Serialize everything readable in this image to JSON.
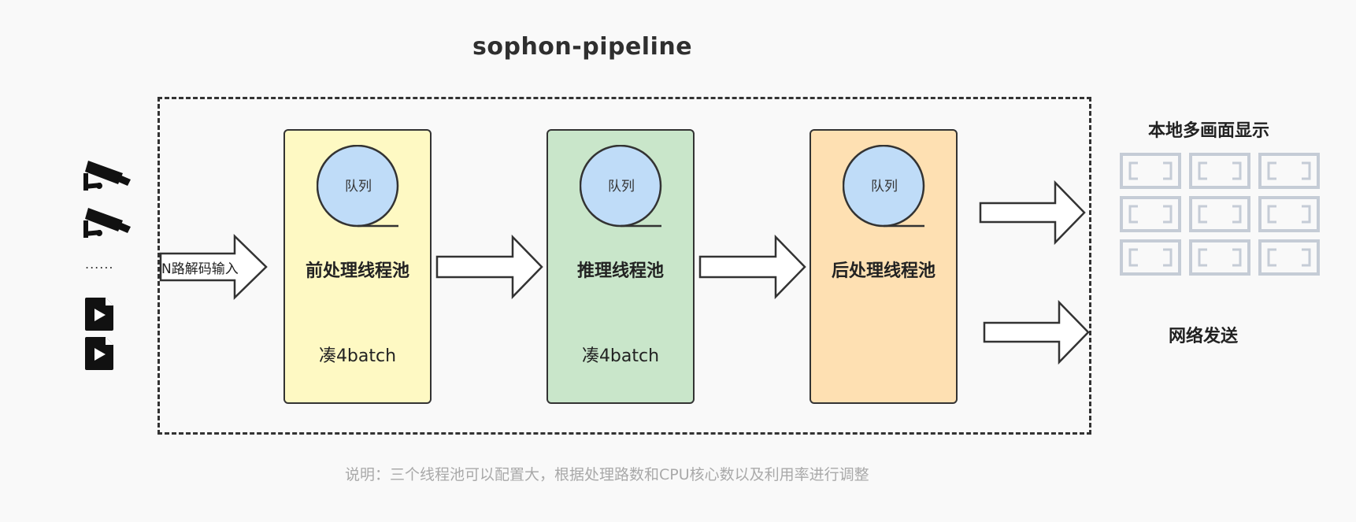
{
  "title": "sophon-pipeline",
  "input": {
    "label": "N路解码输入",
    "ellipsis": "......",
    "camera_icon": "cctv-camera-icon",
    "video_icon": "video-file-icon"
  },
  "stages": [
    {
      "queue_label": "队列",
      "name": "前处理线程池",
      "batch": "凑4batch",
      "color": "#fef9c3"
    },
    {
      "queue_label": "队列",
      "name": "推理线程池",
      "batch": "凑4batch",
      "color": "#c9e6ca"
    },
    {
      "queue_label": "队列",
      "name": "后处理线程池",
      "batch": "",
      "color": "#fee0b2"
    }
  ],
  "outputs": {
    "display_title": "本地多画面显示",
    "network_title": "网络发送",
    "screen_icon": "screen-frame-icon"
  },
  "note": "说明：三个线程池可以配置大，根据处理路数和CPU核心数以及利用率进行调整",
  "colors": {
    "queue_fill": "#bfdcf8",
    "stroke": "#333333",
    "screen_tile": "#c5ccd6",
    "note_text": "#a9a9a9"
  }
}
